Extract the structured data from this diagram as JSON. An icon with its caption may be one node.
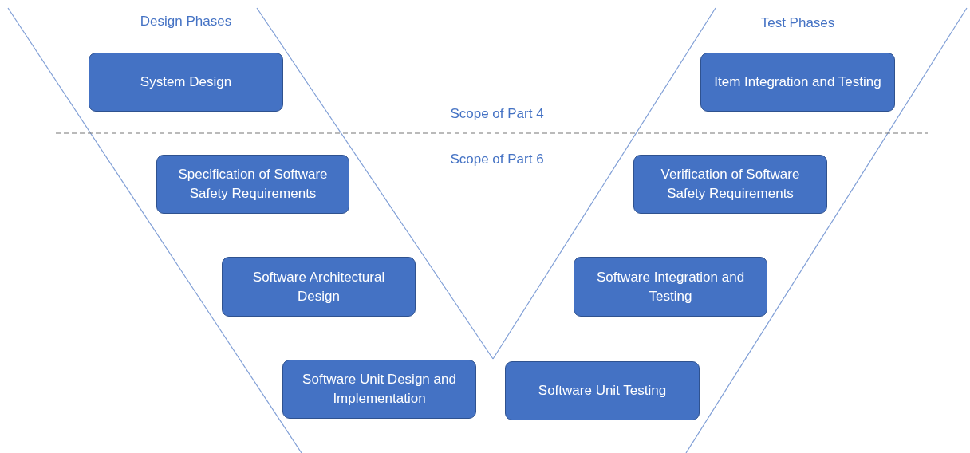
{
  "diagram": {
    "nodes": [
      {
        "text": [
          "System Design"
        ]
      },
      {
        "text": [
          "Item Integration and Testing"
        ]
      },
      {
        "text": [
          "Specification of Software Safety Requirements"
        ]
      },
      {
        "text": [
          "Verification of Software Safety Requirements"
        ]
      },
      {
        "text": [
          "Software Architectural Design"
        ]
      },
      {
        "text": [
          "Software Integration and Testing"
        ]
      },
      {
        "text": [
          "Software Unit Design and Implementation"
        ]
      },
      {
        "text": [
          "Software Unit Testing"
        ]
      }
    ],
    "labels": [
      "Design Phases",
      "Test Phases",
      "Scope of Part 4",
      "Scope of Part 6"
    ]
  }
}
